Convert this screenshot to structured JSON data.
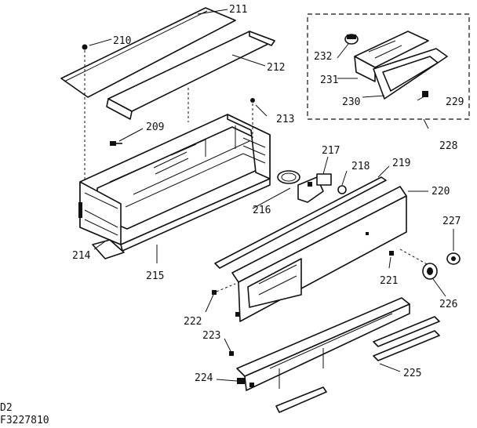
{
  "diagram": {
    "parts": {
      "p209": "209",
      "p210": "210",
      "p211": "211",
      "p212": "212",
      "p213": "213",
      "p214": "214",
      "p215": "215",
      "p216": "216",
      "p217": "217",
      "p218": "218",
      "p219": "219",
      "p220": "220",
      "p221": "221",
      "p222": "222",
      "p223": "223",
      "p224": "224",
      "p225": "225",
      "p226": "226",
      "p227": "227",
      "p228": "228",
      "p229": "229",
      "p230": "230",
      "p231": "231",
      "p232": "232"
    },
    "footer": {
      "line1": "D2",
      "line2": "F3227810"
    }
  }
}
